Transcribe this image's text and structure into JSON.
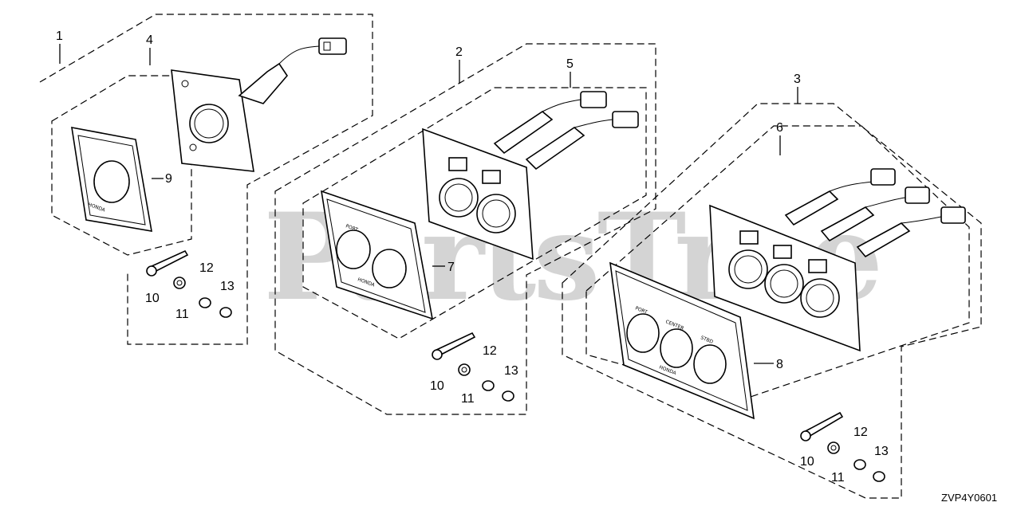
{
  "watermark": "PartsTree",
  "diagram_code": "ZVP4Y0601",
  "brand_mark": "HONDA",
  "panel_labels": {
    "port": "PORT",
    "center": "CENTER",
    "stbd": "STBD"
  },
  "callouts": {
    "c1": "1",
    "c2": "2",
    "c3": "3",
    "c4": "4",
    "c5": "5",
    "c6": "6",
    "c7": "7",
    "c8": "8",
    "c9": "9",
    "a10": "10",
    "a11": "11",
    "a12": "12",
    "a13": "13",
    "b10": "10",
    "b11": "11",
    "b12": "12",
    "b13": "13",
    "d10": "10",
    "d11": "11",
    "d12": "12",
    "d13": "13"
  }
}
